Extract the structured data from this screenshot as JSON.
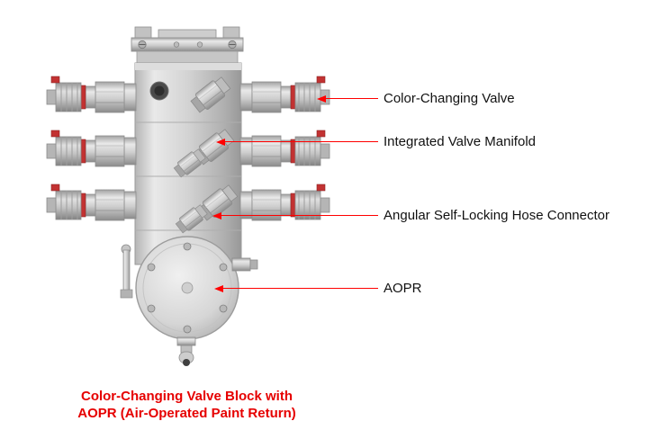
{
  "callouts": [
    {
      "id": "color-changing-valve",
      "label": "Color-Changing Valve"
    },
    {
      "id": "integrated-valve-manifold",
      "label": "Integrated Valve Manifold"
    },
    {
      "id": "angular-self-locking-hose-connector",
      "label": "Angular Self-Locking Hose Connector"
    },
    {
      "id": "aopr",
      "label": "AOPR"
    }
  ],
  "caption": {
    "line1": "Color-Changing Valve Block with",
    "line2": "AOPR (Air-Operated Paint Return)"
  },
  "colors": {
    "leader_line": "#ff0000",
    "caption_text": "#e60000",
    "background": "#ffffff",
    "valve_accent_red": "#c23232",
    "metal_light": "#e8e8e8",
    "metal_dark": "#8f8f8f"
  }
}
